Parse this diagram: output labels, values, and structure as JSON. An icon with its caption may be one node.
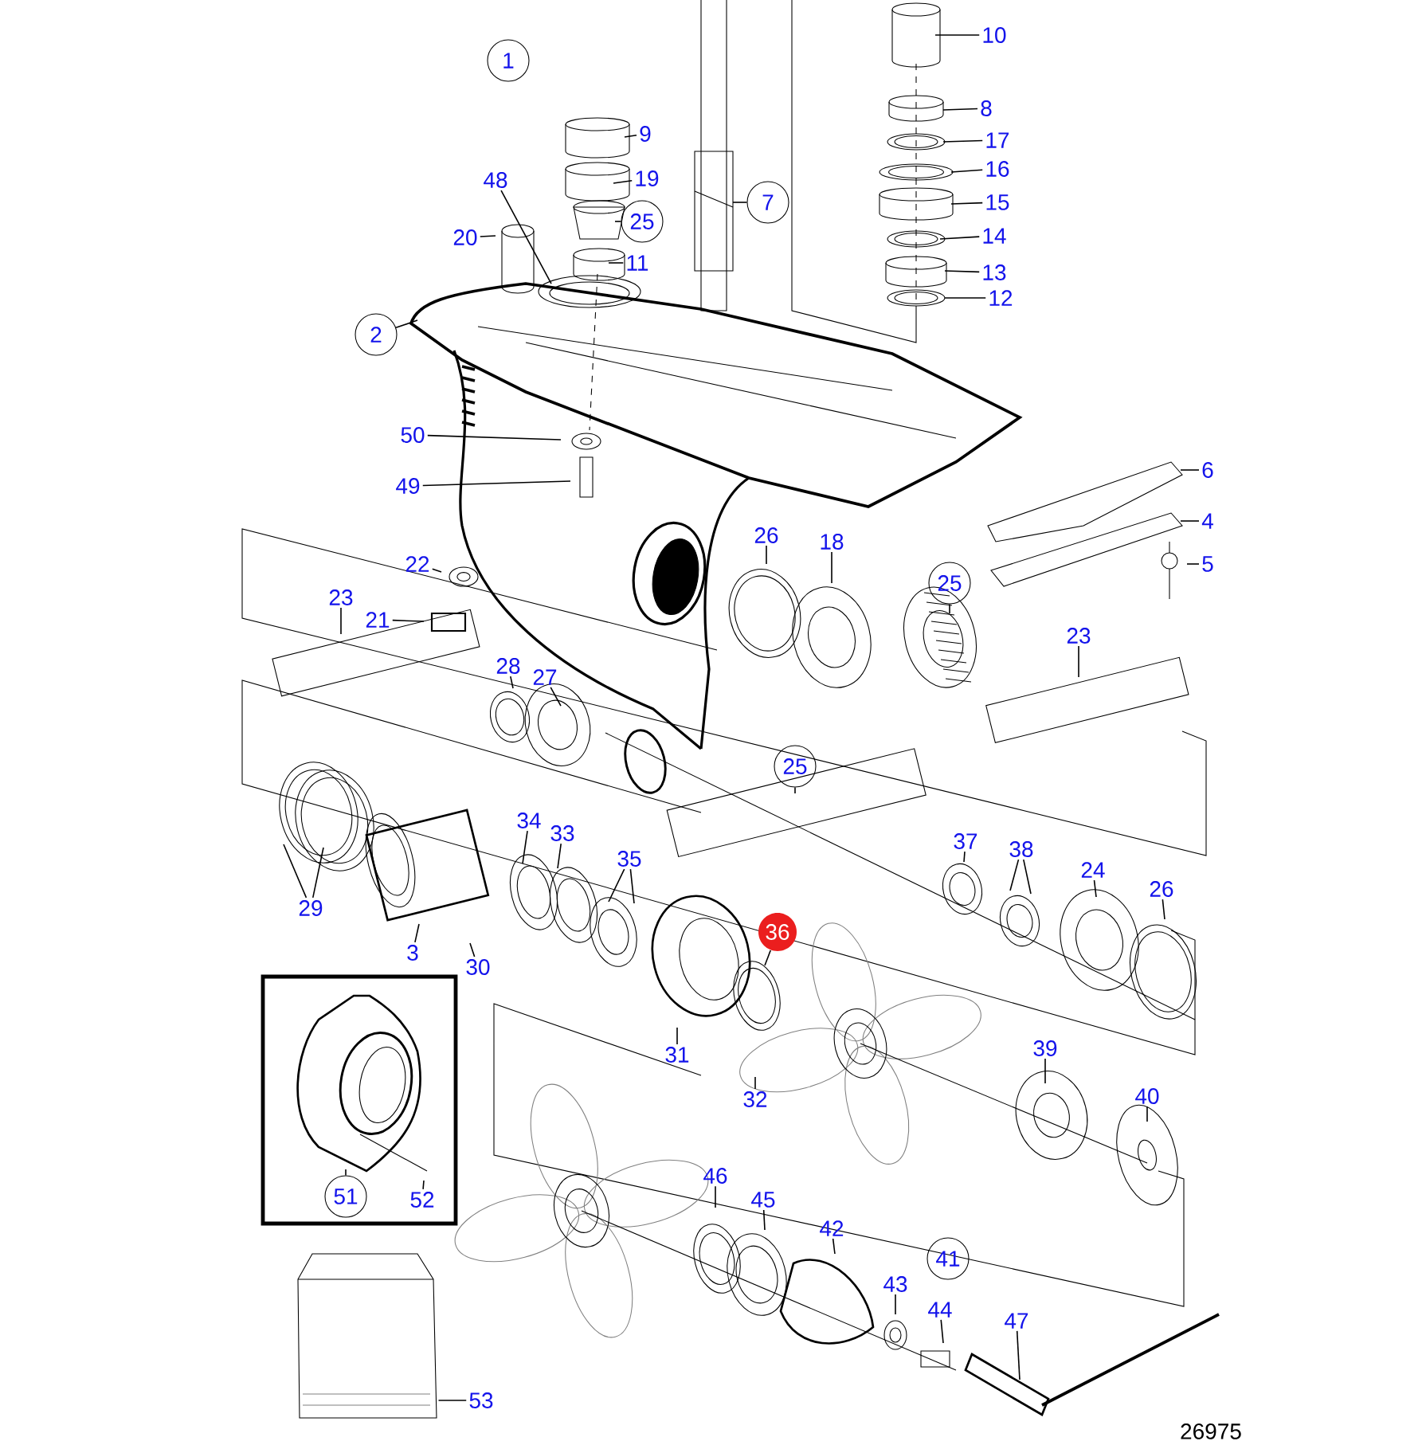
{
  "diagram": {
    "nodes": [
      {
        "text": [
          "1"
        ]
      },
      {
        "text": [
          "10"
        ]
      },
      {
        "text": [
          "8"
        ]
      },
      {
        "text": [
          "9"
        ]
      },
      {
        "text": [
          "17"
        ]
      },
      {
        "text": [
          "16"
        ]
      },
      {
        "text": [
          "19"
        ]
      },
      {
        "text": [
          "48"
        ]
      },
      {
        "text": [
          "7"
        ]
      },
      {
        "text": [
          "15"
        ]
      },
      {
        "text": [
          "25"
        ]
      },
      {
        "text": [
          "14"
        ]
      },
      {
        "text": [
          "20"
        ]
      },
      {
        "text": [
          "11"
        ]
      },
      {
        "text": [
          "13"
        ]
      },
      {
        "text": [
          "12"
        ]
      },
      {
        "text": [
          "2"
        ]
      },
      {
        "text": [
          "50"
        ]
      },
      {
        "text": [
          "6"
        ]
      },
      {
        "text": [
          "49"
        ]
      },
      {
        "text": [
          "4"
        ]
      },
      {
        "text": [
          "26"
        ]
      },
      {
        "text": [
          "18"
        ]
      },
      {
        "text": [
          "22"
        ]
      },
      {
        "text": [
          "5"
        ]
      },
      {
        "text": [
          "25"
        ]
      },
      {
        "text": [
          "23"
        ]
      },
      {
        "text": [
          "21"
        ]
      },
      {
        "text": [
          "23"
        ]
      },
      {
        "text": [
          "28"
        ]
      },
      {
        "text": [
          "27"
        ]
      },
      {
        "text": [
          "25"
        ]
      },
      {
        "text": [
          "34"
        ]
      },
      {
        "text": [
          "33"
        ]
      },
      {
        "text": [
          "37"
        ]
      },
      {
        "text": [
          "38"
        ]
      },
      {
        "text": [
          "35"
        ]
      },
      {
        "text": [
          "24"
        ]
      },
      {
        "text": [
          "26"
        ]
      },
      {
        "text": [
          "29"
        ]
      },
      {
        "text": [
          "36"
        ]
      },
      {
        "text": [
          "3"
        ]
      },
      {
        "text": [
          "30"
        ]
      },
      {
        "text": [],
        "shape": "box"
      },
      {
        "text": [
          "31"
        ]
      },
      {
        "text": [
          "32"
        ]
      },
      {
        "text": [
          "39"
        ]
      },
      {
        "text": [
          "40"
        ]
      },
      {
        "text": [
          "51"
        ],
        "in": 43
      },
      {
        "text": [
          "52"
        ],
        "in": 43
      },
      {
        "text": [
          "46"
        ]
      },
      {
        "text": [
          "45"
        ]
      },
      {
        "text": [
          "42"
        ]
      },
      {
        "text": [
          "41"
        ]
      },
      {
        "text": [
          "43"
        ]
      },
      {
        "text": [
          "44"
        ]
      },
      {
        "text": [
          "47"
        ]
      },
      {
        "text": [
          "53"
        ]
      },
      {
        "text": [],
        "shape": "picture"
      }
    ],
    "edges": [
      {
        "from": 1,
        "to": null,
        "arrow": "none"
      },
      {
        "from": 2,
        "to": null,
        "arrow": "none"
      },
      {
        "from": 3,
        "to": null,
        "arrow": "none"
      },
      {
        "from": 4,
        "to": null,
        "arrow": "none"
      },
      {
        "from": 5,
        "to": null,
        "arrow": "none"
      },
      {
        "from": 6,
        "to": null,
        "arrow": "none"
      },
      {
        "from": 7,
        "to": null,
        "arrow": "none"
      },
      {
        "from": 8,
        "to": null,
        "arrow": "none"
      },
      {
        "from": 9,
        "to": null,
        "arrow": "none"
      },
      {
        "from": 10,
        "to": null,
        "arrow": "none"
      },
      {
        "from": 11,
        "to": null,
        "arrow": "none"
      },
      {
        "from": 12,
        "to": null,
        "arrow": "none"
      },
      {
        "from": 13,
        "to": null,
        "arrow": "none"
      },
      {
        "from": 14,
        "to": null,
        "arrow": "none"
      },
      {
        "from": 15,
        "to": null,
        "arrow": "none"
      },
      {
        "from": 16,
        "to": null,
        "arrow": "none"
      },
      {
        "from": 17,
        "to": null,
        "arrow": "none"
      },
      {
        "from": 18,
        "to": null,
        "arrow": "none"
      },
      {
        "from": 19,
        "to": null,
        "arrow": "none"
      },
      {
        "from": 20,
        "to": null,
        "arrow": "none"
      },
      {
        "from": 21,
        "to": null,
        "arrow": "none"
      },
      {
        "from": 22,
        "to": null,
        "arrow": "none"
      },
      {
        "from": 23,
        "to": null,
        "arrow": "none"
      },
      {
        "from": 24,
        "to": null,
        "arrow": "none"
      },
      {
        "from": 25,
        "to": null,
        "arrow": "none"
      },
      {
        "from": 26,
        "to": null,
        "arrow": "none"
      },
      {
        "from": 27,
        "to": null,
        "arrow": "none"
      },
      {
        "from": 28,
        "to": null,
        "arrow": "none"
      },
      {
        "from": 29,
        "to": null,
        "arrow": "none"
      },
      {
        "from": 30,
        "to": null,
        "arrow": "none"
      },
      {
        "from": 31,
        "to": null,
        "arrow": "none"
      },
      {
        "from": 32,
        "to": null,
        "arrow": "none"
      },
      {
        "from": 33,
        "to": null,
        "arrow": "none"
      },
      {
        "from": 34,
        "to": null,
        "arrow": "none"
      },
      {
        "from": 35,
        "to": null,
        "arrow": "none"
      },
      {
        "from": 35,
        "to": null,
        "arrow": "none"
      },
      {
        "from": 36,
        "to": null,
        "arrow": "none"
      },
      {
        "from": 36,
        "to": null,
        "arrow": "none"
      },
      {
        "from": 37,
        "to": null,
        "arrow": "none"
      },
      {
        "from": 38,
        "to": null,
        "arrow": "none"
      },
      {
        "from": 39,
        "to": null,
        "arrow": "none"
      },
      {
        "from": 39,
        "to": null,
        "arrow": "none"
      },
      {
        "from": 40,
        "to": null,
        "arrow": "none"
      },
      {
        "from": 41,
        "to": null,
        "arrow": "none"
      },
      {
        "from": 42,
        "to": null,
        "arrow": "none"
      },
      {
        "from": 44,
        "to": null,
        "arrow": "none"
      },
      {
        "from": 45,
        "to": null,
        "arrow": "none"
      },
      {
        "from": 46,
        "to": null,
        "arrow": "none"
      },
      {
        "from": 47,
        "to": null,
        "arrow": "none"
      },
      {
        "from": 48,
        "to": null,
        "arrow": "none"
      },
      {
        "from": 49,
        "to": null,
        "arrow": "none"
      },
      {
        "from": 50,
        "to": null,
        "arrow": "none"
      },
      {
        "from": 51,
        "to": null,
        "arrow": "none"
      },
      {
        "from": 52,
        "to": null,
        "arrow": "none"
      },
      {
        "from": 54,
        "to": null,
        "arrow": "none"
      },
      {
        "from": 55,
        "to": null,
        "arrow": "none"
      },
      {
        "from": 56,
        "to": null,
        "arrow": "none"
      },
      {
        "from": 57,
        "to": 58,
        "arrow": "none"
      }
    ],
    "labels": [
      "26975"
    ]
  }
}
